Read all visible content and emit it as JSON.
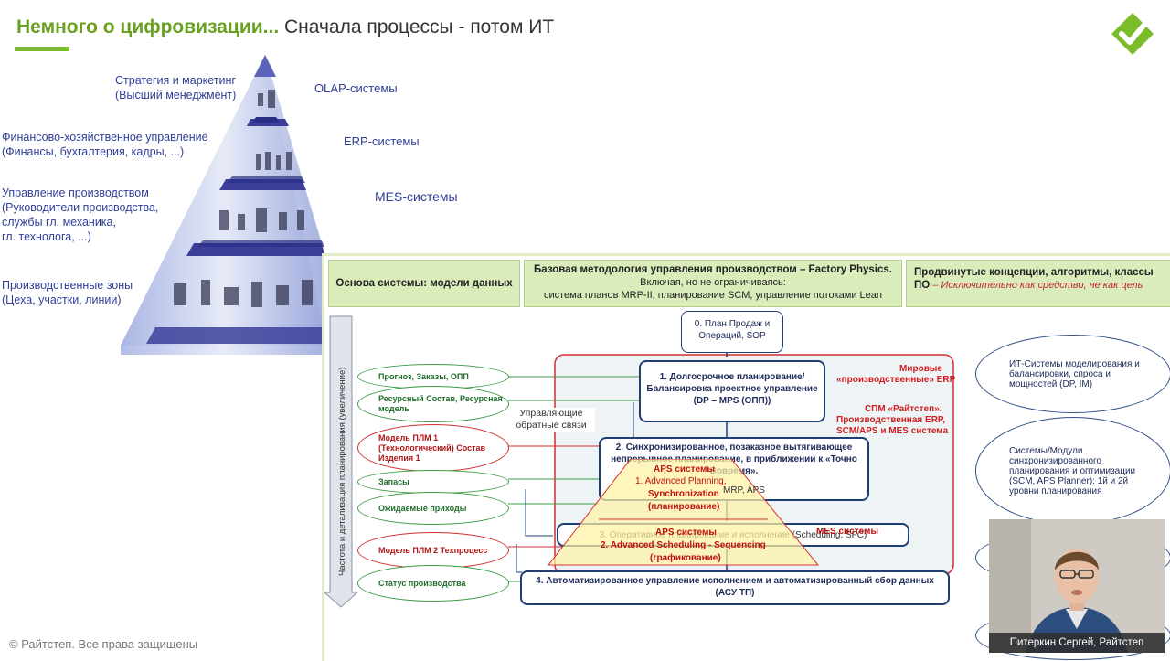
{
  "slide": {
    "title_bold": "Немного о цифровизации...",
    "title_rest": "  Сначала процессы  - потом  ИТ",
    "footer": "© Райтстеп. Все права защищены"
  },
  "pyramid": {
    "levels": [
      {
        "lines": [
          "Стратегия и маркетинг",
          "(Высший менеджмент)"
        ]
      },
      {
        "lines": [
          "Финансово-хозяйственное управление",
          "(Финансы, бухгалтерия, кадры, ...)"
        ]
      },
      {
        "lines": [
          "Управление производством",
          "(Руководители производства,",
          "службы гл. механика,",
          "гл. технолога, ...)"
        ]
      },
      {
        "lines": [
          "Производственные зоны",
          "(Цеха, участки, линии)"
        ]
      }
    ],
    "systems": [
      "OLAP-системы",
      "ERP-системы",
      "MES-системы"
    ]
  },
  "panel": {
    "header1": "Основа системы: модели данных",
    "header2_title": "Базовая методология управления производством – Factory Physics.",
    "header2_l2": "Включая, но не ограничиваясь:",
    "header2_l3": "система планов MRP-II, планирование SCM, управление потоками Lean",
    "header3_title": "Продвинутые концепции, алгоритмы, классы ПО",
    "header3_em": " – Исключительно как средство, не как цель",
    "vertical_label": "Частота и детализация планирования (увеличение)",
    "feedback_label": "Управляющие обратные связи",
    "box0": "0. План Продаж и Операций, SOP",
    "box1": "1. Долгосрочное планирование/Балансировка проектное управление (DP – MPS (ОПП))",
    "box2": "2. Синхронизированное, позаказное вытягивающее непрерывное планирование, в приближении к «Точно Вовремя».",
    "box3": "3. Оперативное планирование и исполнение (Scheduling, SFC)",
    "box4": "4. Автоматизированное управление исполнением и автоматизированный сбор данных (АСУ ТП)",
    "tri": {
      "aps_top": "APS системы",
      "ap1": "1. Advanced Planning,",
      "ap2": "Synchronization",
      "ap3": "(планирование)",
      "mrp": "MRP, APS",
      "aps2": "APS системы",
      "mes": "MES системы",
      "as1": "2. Advanced Scheduling - Sequencing",
      "as2": "(графикование)"
    },
    "left_ellipses": [
      "Прогноз, Заказы, ОПП",
      "Ресурсный Состав, Ресурсная модель",
      "Модель ПЛМ 1 (Технологический) Состав Изделия 1",
      "Запасы",
      "Ожидаемые приходы",
      "Модель ПЛМ 2 Техпроцесс",
      "Статус производства"
    ],
    "red1": [
      "Мировые",
      "«производственные» ERP"
    ],
    "red2": [
      "СПМ «Райтстеп»:",
      "Производственная ERP,",
      "SCM/APS и MES система"
    ],
    "right_ellipses": [
      "ИТ-Системы моделирования и балансировки, спроса и мощностей (DP, IM)",
      "Системы/Модули синхронизированного планирования и оптимизации (SCM, APS Planner): 1й и 2й уровни планирования"
    ]
  },
  "video": {
    "caption": "Питеркин Сергей, Райтстеп"
  },
  "colors": {
    "accent_green": "#6aa021",
    "navy": "#1f3f73",
    "red": "#d11e1e"
  }
}
